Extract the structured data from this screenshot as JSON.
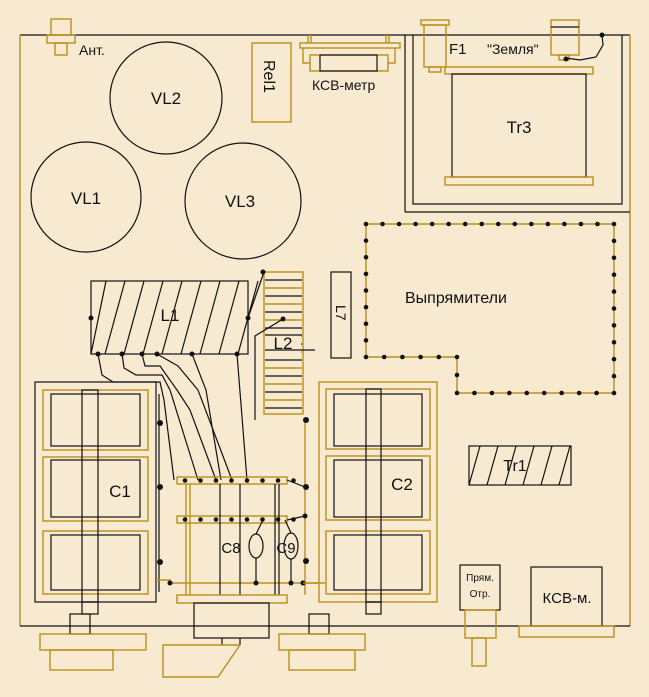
{
  "diagram": {
    "title": "",
    "background_color": "#f8ead0",
    "line_color": "#111111",
    "accent_line_color": "#b8901c",
    "labels": {
      "antenna": "Ант.",
      "vl1": "VL1",
      "vl2": "VL2",
      "vl3": "VL3",
      "rel1": "Rel1",
      "swr_meter_connector": "КСВ-метр",
      "fuse": "F1",
      "ground": "\"Земля\"",
      "tr3": "Tr3",
      "rectifiers": "Выпрямители",
      "l1": "L1",
      "l2": "L2",
      "l7": "L7",
      "c1": "C1",
      "c2": "C2",
      "c8": "C8",
      "c9": "C9",
      "tr1": "Tr1",
      "switch_forward": "Прям.",
      "switch_reflected": "Отр.",
      "swr_meter": "КСВ-м."
    }
  }
}
